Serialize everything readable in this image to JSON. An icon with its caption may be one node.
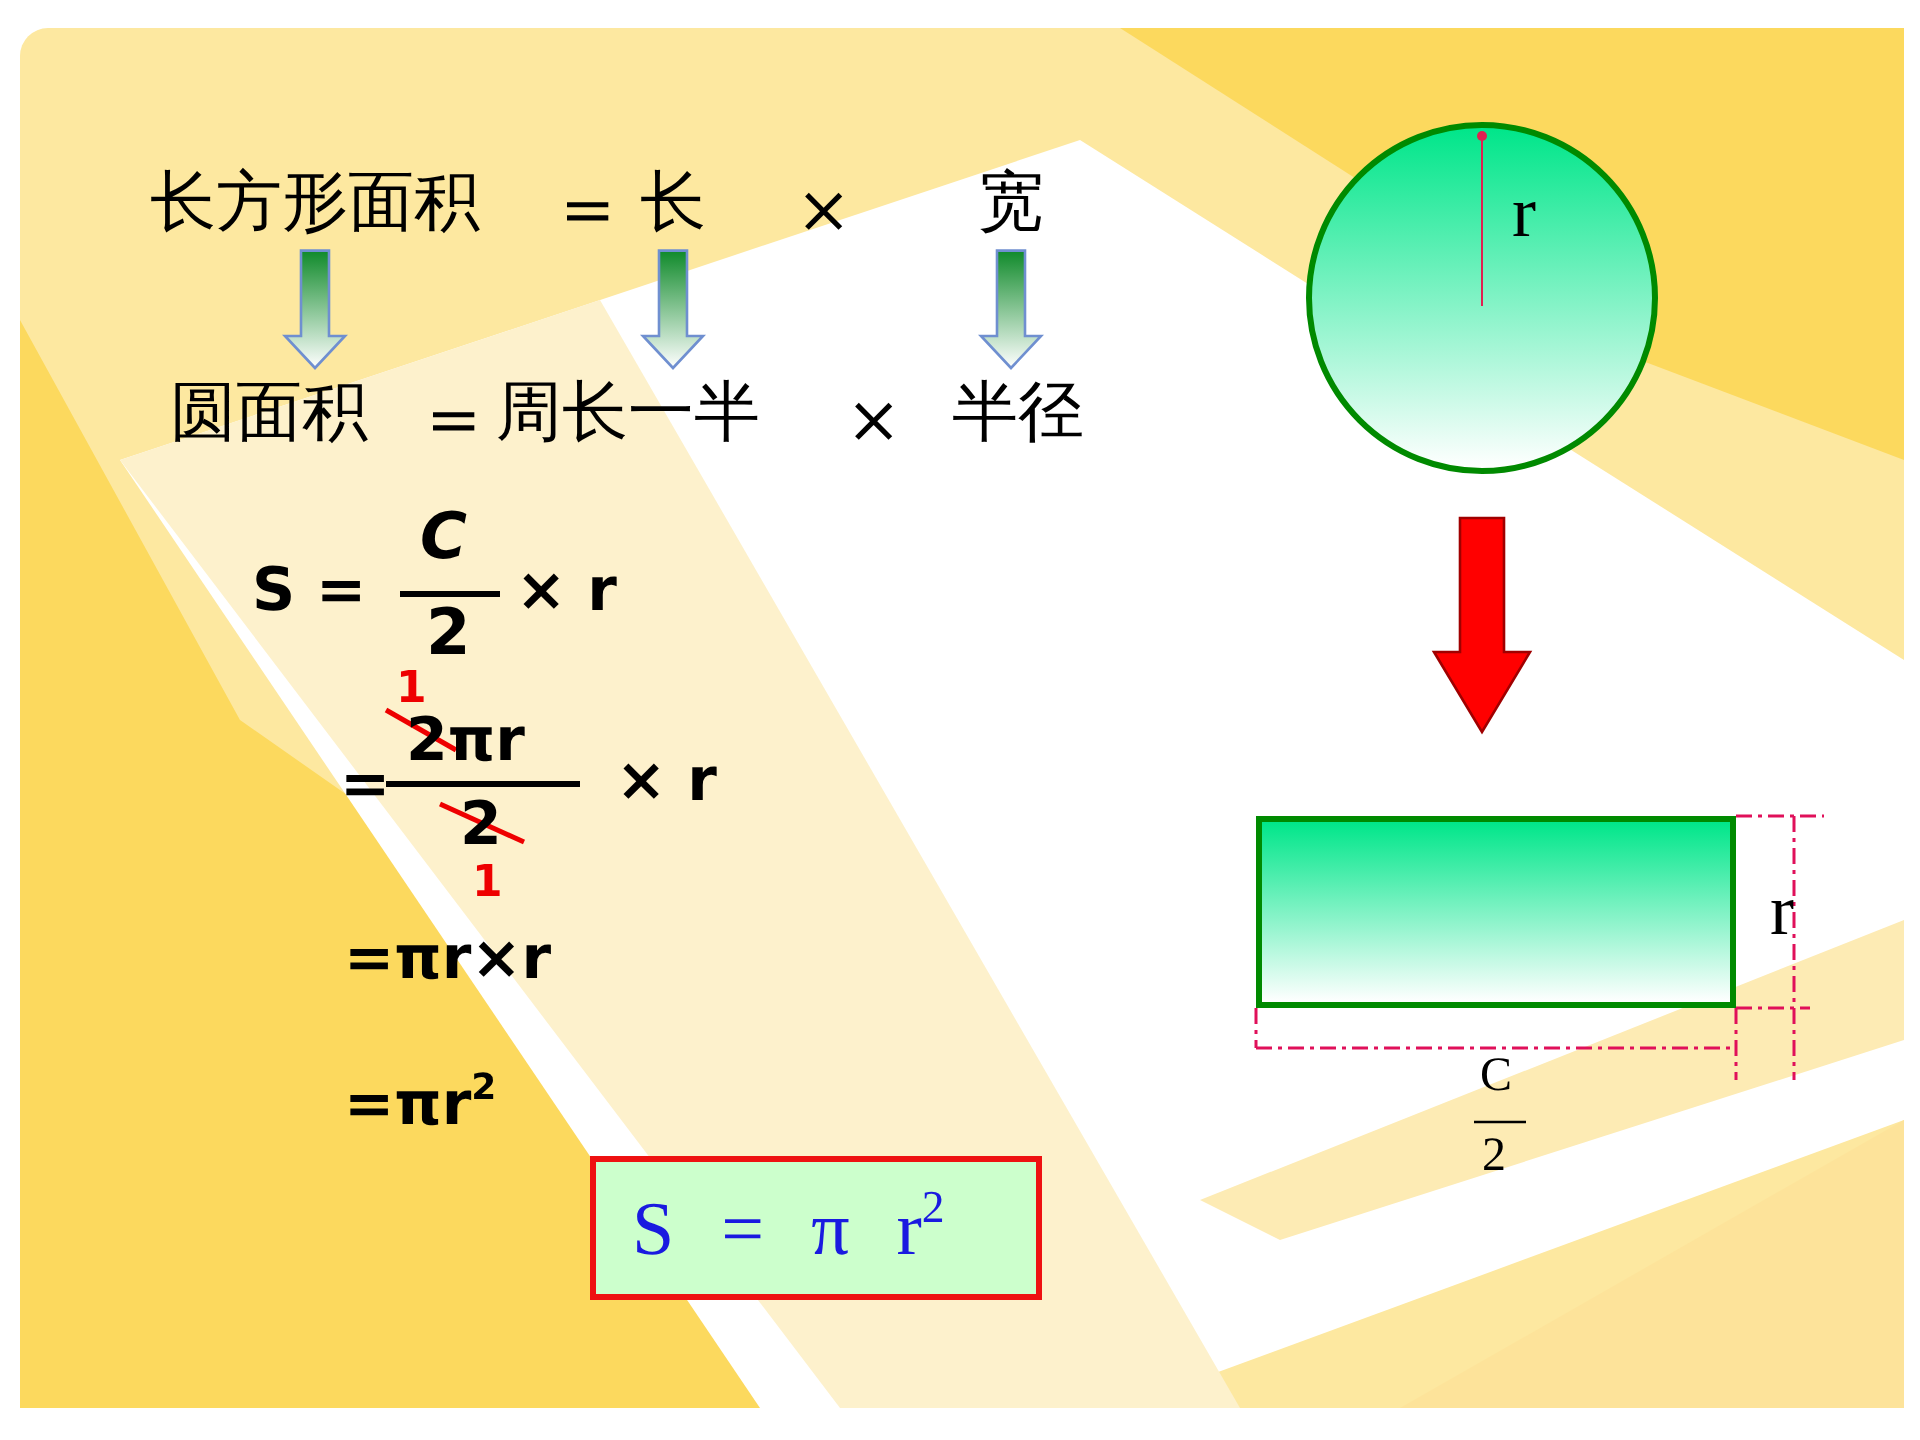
{
  "diagram": {
    "nodes": [
      {
        "text": [
          "长方形面积"
        ]
      },
      {
        "text": [
          "长"
        ]
      },
      {
        "text": [
          "宽"
        ]
      },
      {
        "text": [
          "圆面积"
        ]
      },
      {
        "text": [
          "周长一半"
        ]
      },
      {
        "text": [
          "半径"
        ]
      },
      {
        "text": [
          "r"
        ]
      },
      {
        "text": [],
        "shape": "box"
      },
      {
        "text": [
          "S = π r$^{2}$"
        ]
      }
    ],
    "edges": [
      {
        "from": 0,
        "to": 3,
        "arrow": "to"
      },
      {
        "from": 1,
        "to": 4,
        "arrow": "to"
      },
      {
        "from": 2,
        "to": 5,
        "arrow": "to"
      },
      {
        "from": 6,
        "to": 7,
        "arrow": "to",
        "color": "#ff0000"
      }
    ],
    "labels": [
      "=",
      "×",
      "=",
      "×",
      "S =",
      "C",
      "2",
      "× r",
      "1",
      "=",
      "2πr",
      "× r",
      "2",
      "1",
      "=πr×r",
      "=πr$^{2}$",
      "r",
      "C",
      "2"
    ]
  }
}
